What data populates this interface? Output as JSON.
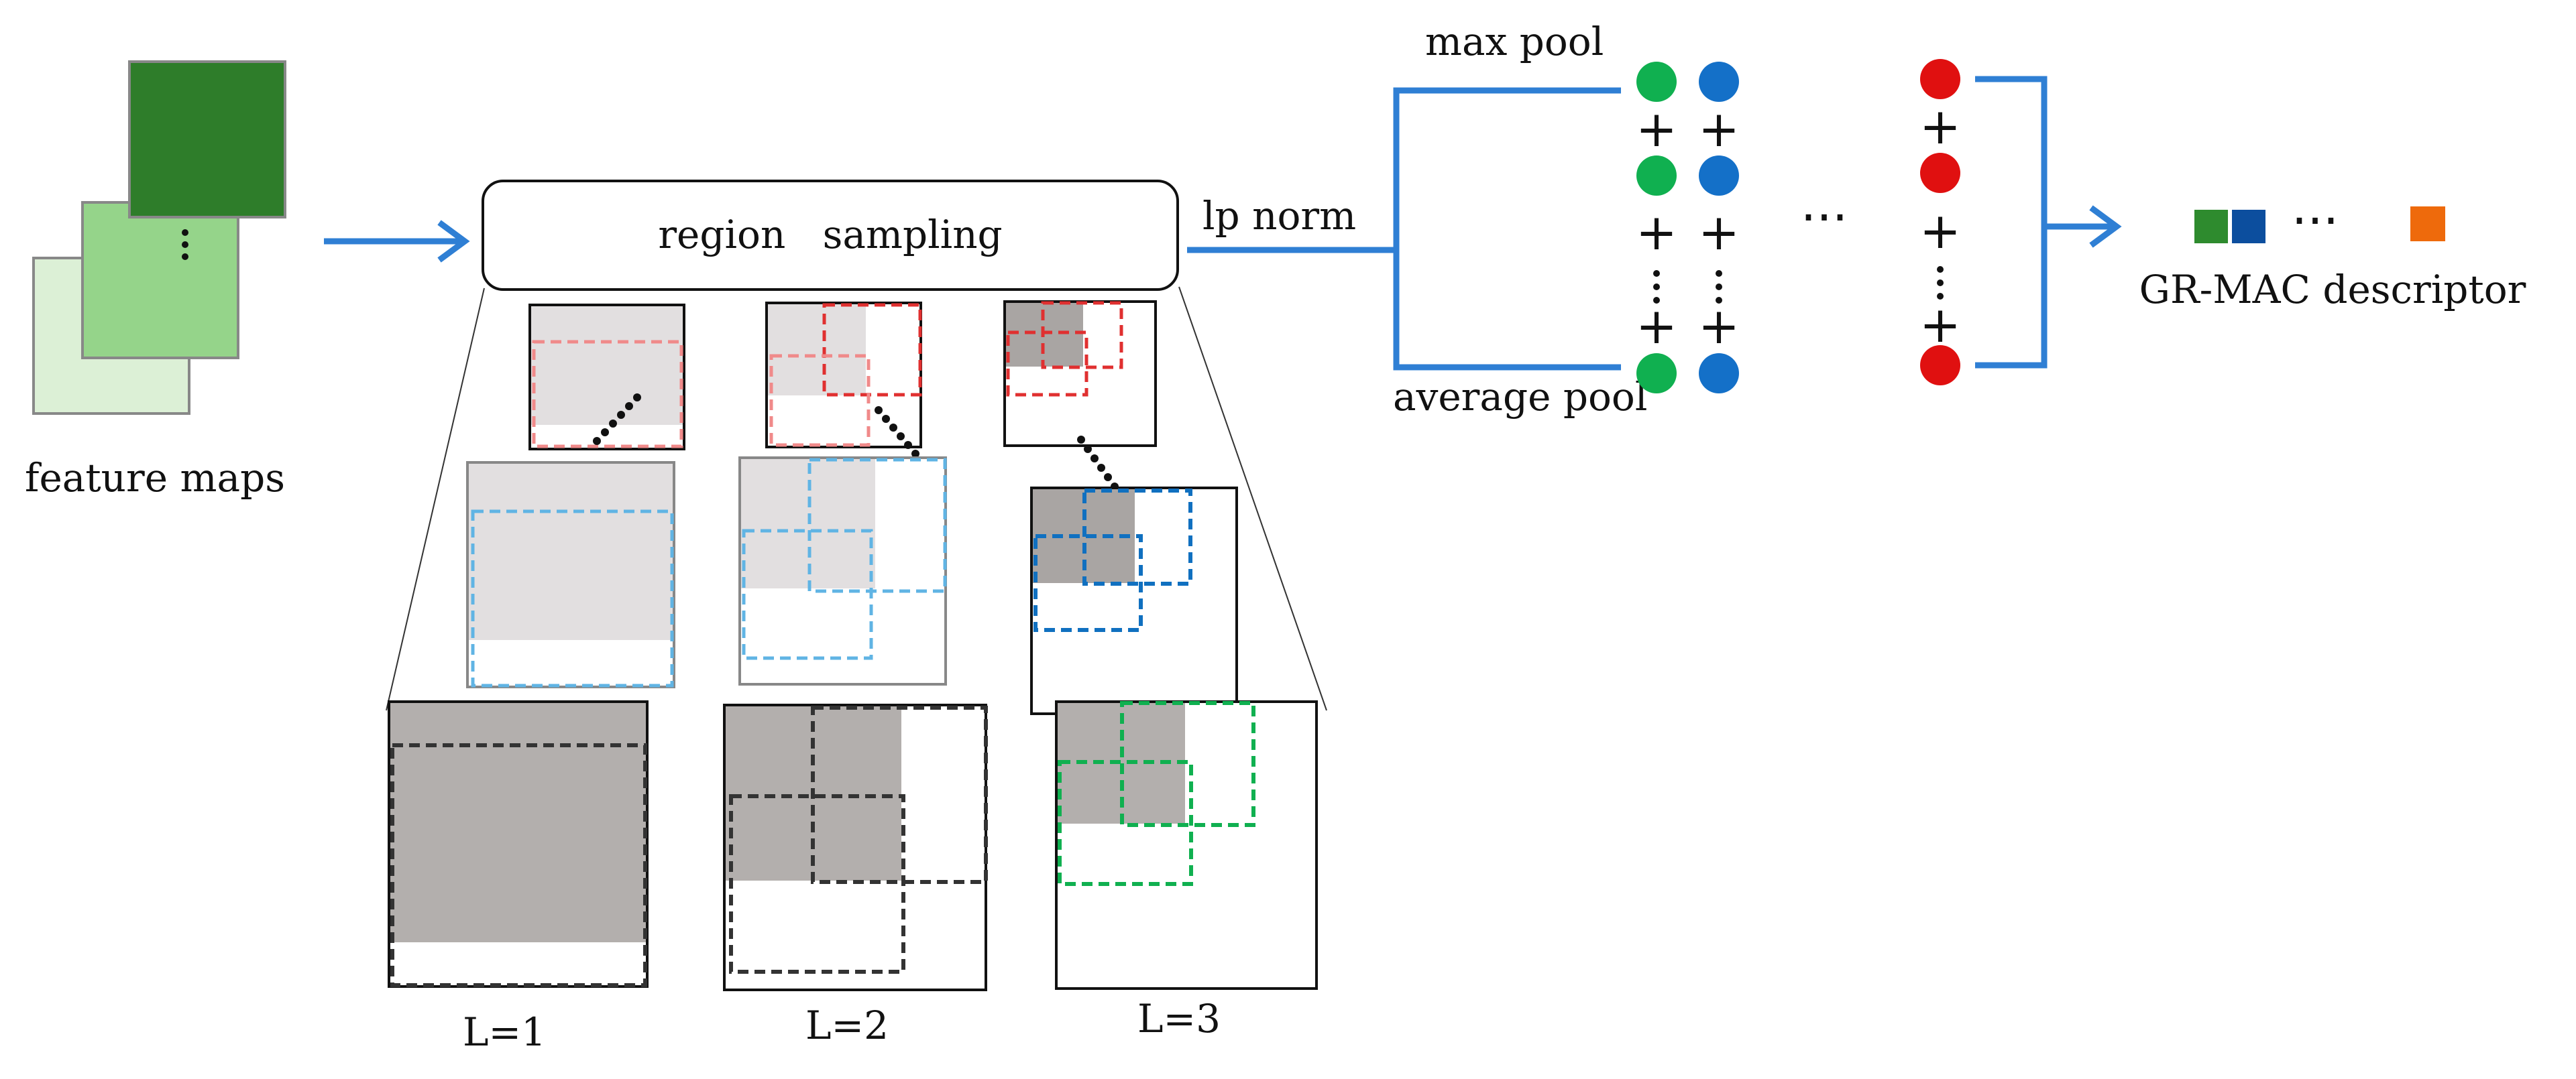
{
  "labels": {
    "feature_maps": "feature maps",
    "region_sampling": "region   sampling",
    "lp_norm": "lp norm",
    "max_pool": "max pool",
    "average_pool": "average pool",
    "descriptor": "GR-MAC descriptor",
    "level_1": "L=1",
    "level_2": "L=2",
    "level_3": "L=3",
    "ellipsis": "···",
    "plus": "+"
  },
  "colors": {
    "arrow_blue": "#2f7fd4",
    "map_dark_green": "#2e7d2a",
    "map_mid_green": "#95d48a",
    "map_light_green": "#dcf0d6",
    "dot_green": "#10b050",
    "dot_blue": "#1470c8",
    "dot_red": "#e01010",
    "desc_green": "#2e8b2e",
    "desc_blue": "#0c4e9e",
    "desc_orange": "#ee6a0c",
    "region_red": "#e03030",
    "region_pink": "#f08a8a",
    "region_light_blue": "#60b4e4",
    "region_blue": "#1070c0",
    "region_dark": "#333333",
    "region_green": "#10b050",
    "fill_light_gray": "#e2dfe0",
    "fill_gray": "#b3afad"
  }
}
